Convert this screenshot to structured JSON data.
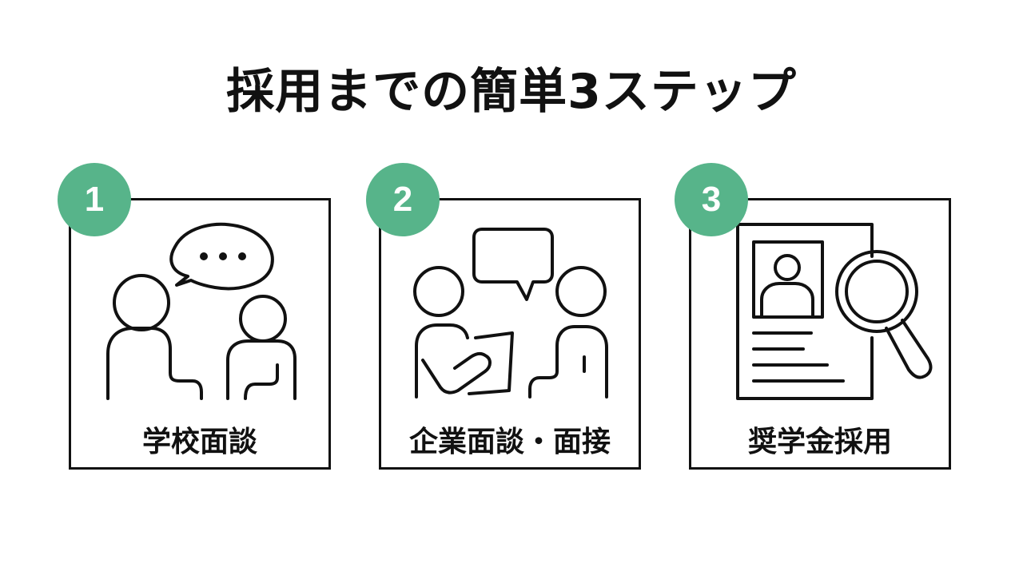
{
  "title": "採用までの簡単3ステップ",
  "accent_color": "#57b48a",
  "steps": [
    {
      "number": "1",
      "label": "学校面談",
      "icon": "two-people-talking-icon"
    },
    {
      "number": "2",
      "label": "企業面談・面接",
      "icon": "interview-document-icon"
    },
    {
      "number": "3",
      "label": "奨学金採用",
      "icon": "resume-magnifier-icon"
    }
  ]
}
